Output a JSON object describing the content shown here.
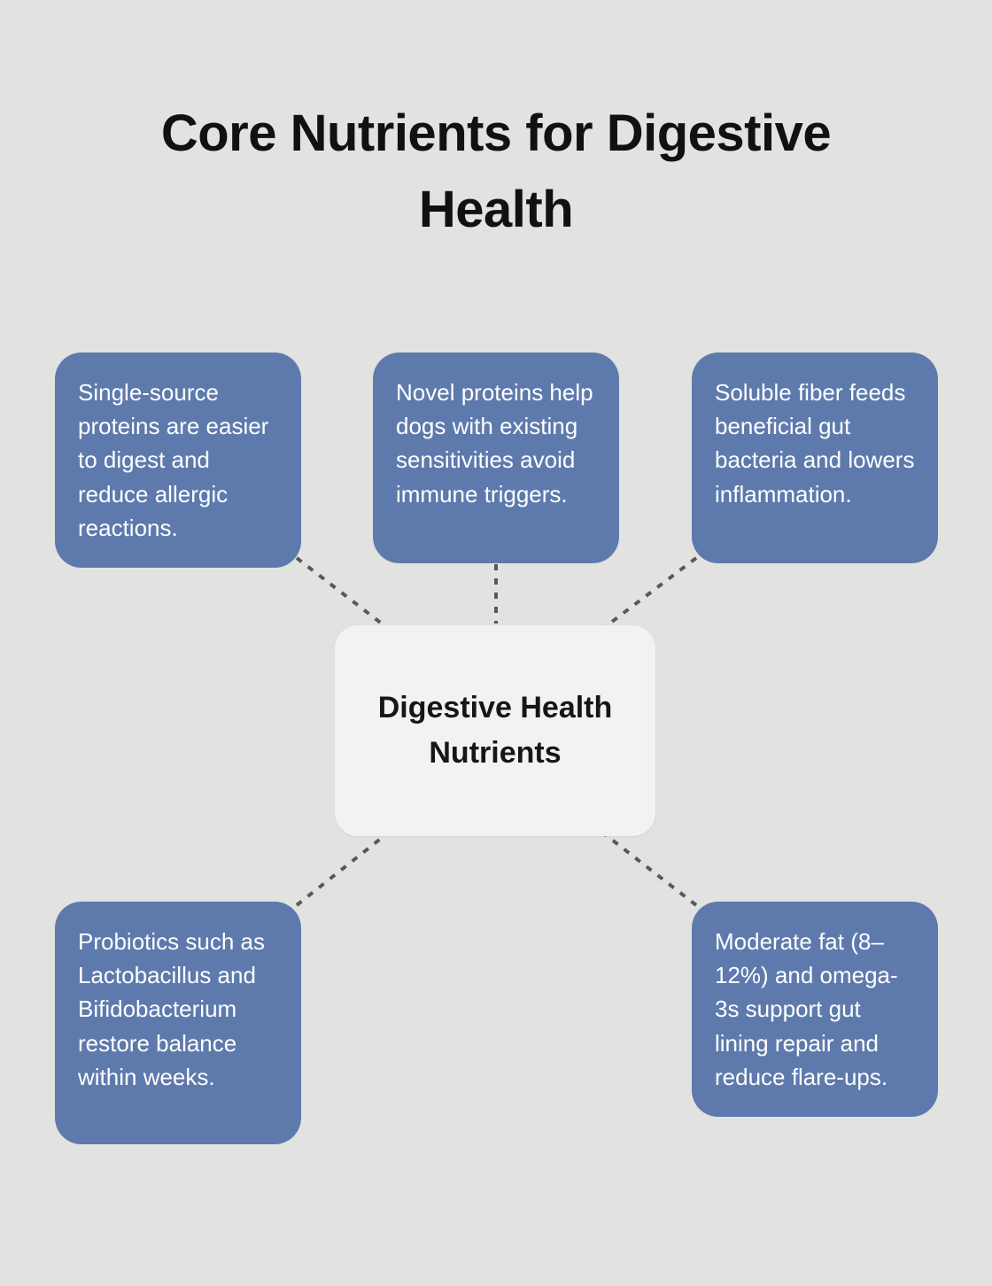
{
  "title": {
    "line1": "Core Nutrients for Digestive",
    "line2": "Health"
  },
  "center": {
    "label": "Digestive Health Nutrients"
  },
  "nodes": [
    {
      "id": "top-left",
      "text": "Single-source proteins are easier to digest and reduce allergic reactions."
    },
    {
      "id": "top-center",
      "text": "Novel proteins help dogs with existing sensitivities avoid immune triggers."
    },
    {
      "id": "top-right",
      "text": "Soluble fiber feeds beneficial gut bacteria and lowers inflammation."
    },
    {
      "id": "bottom-left",
      "text": "Probiotics such as Lactobacillus and Bifidobacterium restore balance within weeks."
    },
    {
      "id": "bottom-right",
      "text": "Moderate fat (8–12%) and omega-3s support gut lining repair and reduce flare-ups."
    }
  ],
  "colors": {
    "background": "#e2e2e0",
    "node_fill": "#5e7aad",
    "node_text": "#ffffff",
    "center_fill": "#f2f2f1",
    "center_text": "#161616",
    "connector": "#585858",
    "title_text": "#111111"
  }
}
